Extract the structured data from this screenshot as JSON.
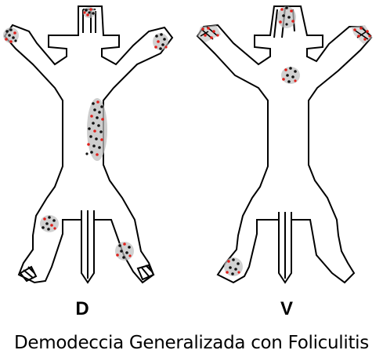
{
  "views": {
    "dorsal_label": "D",
    "ventral_label": "V"
  },
  "caption": "Demodeccia Generalizada con Foliculitis",
  "colors": {
    "outline": "#000000",
    "lesion_halo": "#bdbdbd",
    "dot_dark": "#111111",
    "dot_red": "#e0201b"
  }
}
